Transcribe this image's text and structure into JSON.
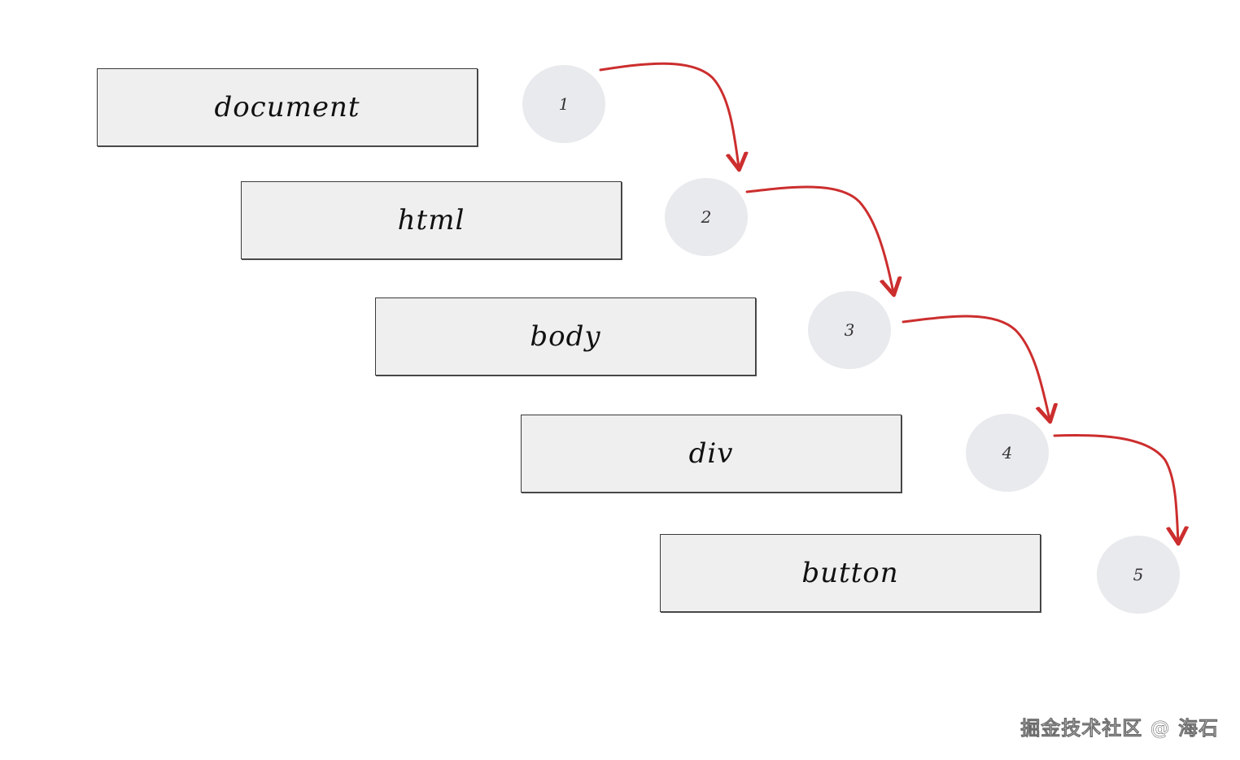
{
  "diagram": {
    "nodes": [
      {
        "label": "document",
        "step": "1"
      },
      {
        "label": "html",
        "step": "2"
      },
      {
        "label": "body",
        "step": "3"
      },
      {
        "label": "div",
        "step": "4"
      },
      {
        "label": "button",
        "step": "5"
      }
    ],
    "arrow_color": "#cc2e2e",
    "node_fill": "#efefef",
    "step_fill": "#e9eaed"
  },
  "watermark": "掘金技术社区 @ 海石"
}
